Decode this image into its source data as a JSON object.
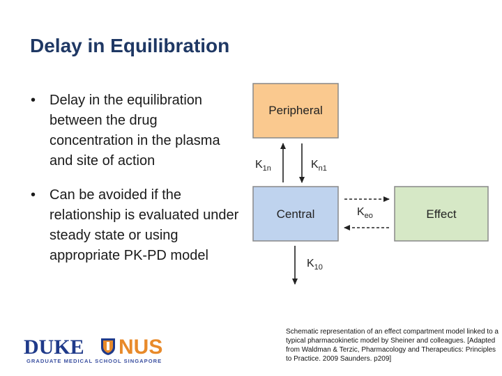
{
  "slide": {
    "title": "Delay in Equilibration",
    "bullets": [
      "Delay in the equilibration between the drug concentration in the plasma and site of action",
      "Can be avoided if the relationship is evaluated under steady state or using appropriate PK-PD model"
    ],
    "bullet_symbol": "•"
  },
  "diagram": {
    "peripheral_label": "Peripheral",
    "central_label": "Central",
    "effect_label": "Effect",
    "k1n": {
      "k": "K",
      "sub": "1n"
    },
    "kn1": {
      "k": "K",
      "sub": "n1"
    },
    "keo": {
      "k": "K",
      "sub": "eo"
    },
    "k10": {
      "k": "K",
      "sub": "10"
    },
    "colors": {
      "peripheral_fill": "#fac98f",
      "central_fill": "#bfd3ee",
      "effect_fill": "#d6e8c6",
      "box_border": "#888888"
    }
  },
  "caption": "Schematic representation of an effect compartment model linked to a typical pharmacokinetic model by Sheiner and colleagues. [Adapted from Waldman & Terzic, Pharmacology and Therapeutics: Principles to Practice. 2009 Saunders. p209]",
  "logo": {
    "duke": "DUKE",
    "nus": "NUS",
    "tagline": "GRADUATE MEDICAL SCHOOL SINGAPORE",
    "colors": {
      "duke": "#1f3a8a",
      "nus": "#e88a2a"
    }
  }
}
